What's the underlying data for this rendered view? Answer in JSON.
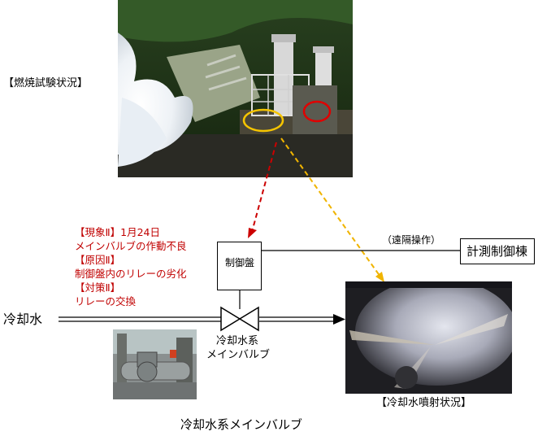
{
  "labels": {
    "combustion_test_status": "【燃焼試験状況】",
    "remote_operation": "（遠隔操作）",
    "measurement_control_building": "計測制御棟",
    "control_panel": "制御盤",
    "cooling_water": "冷却水",
    "valve_label_line1": "冷却水系",
    "valve_label_line2": "メインバルブ",
    "spray_status": "【冷却水噴射状況】",
    "bottom_caption": "冷却水系メインバルブ"
  },
  "notes": [
    "【現象Ⅱ】1月24日",
    "メインバルブの作動不良",
    "【原因Ⅱ】",
    "制御盤内のリレーの劣化",
    "【対策Ⅱ】",
    "リレーの交換"
  ],
  "colors": {
    "note_text": "#c00000",
    "red_arrow": "#cc0000",
    "yellow_arrow": "#f0b400",
    "red_marker": "#e00000",
    "yellow_marker": "#f5c400"
  },
  "icons": {
    "valve": "butterfly-valve-icon"
  }
}
